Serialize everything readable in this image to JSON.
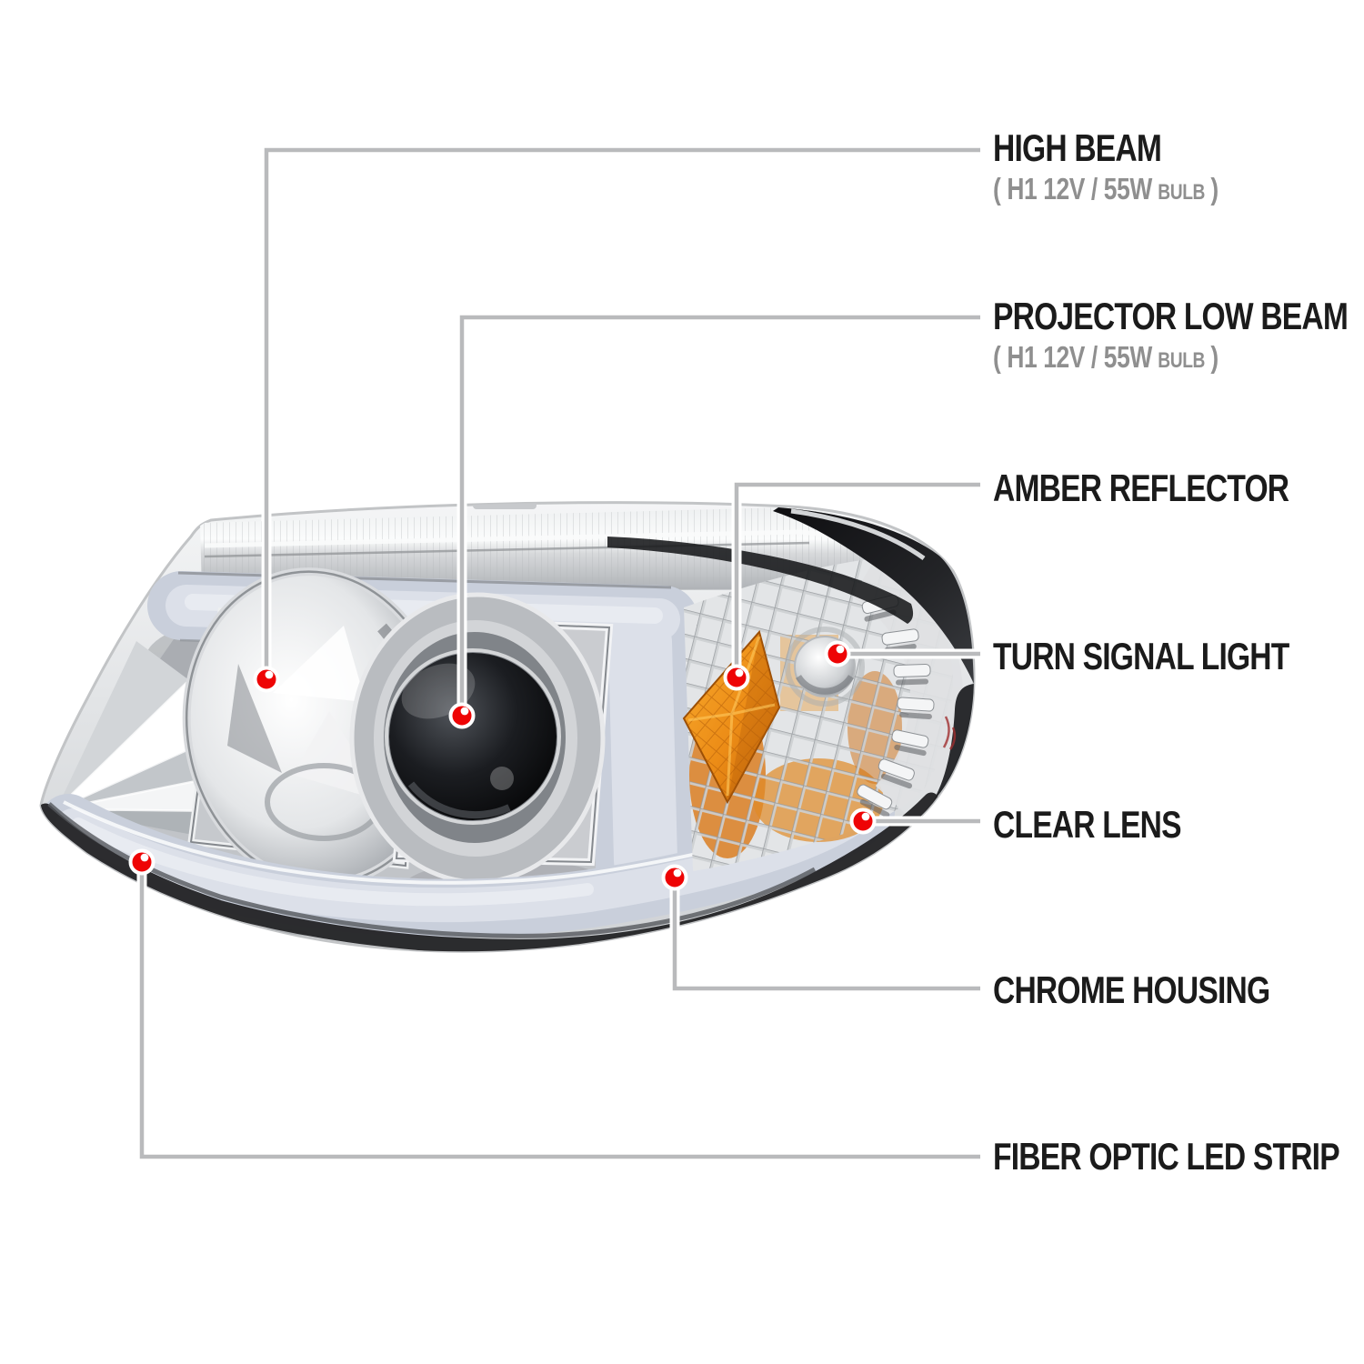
{
  "diagram": {
    "background_color": "#ffffff",
    "product": "chrome projector headlight with LED light bar",
    "colors": {
      "callout_dot": "#ee0405",
      "callout_line": "#b9babc",
      "label_title": "#1b1b1b",
      "label_spec": "#8f8f8f",
      "amber_reflector": "#e8891f",
      "led_strip": "#c9cfdb",
      "chrome": "#d8dadd",
      "black_trim": "#1c1c1e"
    },
    "callouts": [
      {
        "id": "high-beam",
        "label": "HIGH BEAM",
        "spec_main": "( H1  12V / 55W",
        "spec_small": "BULB",
        "spec_end": ")"
      },
      {
        "id": "projector-low-beam",
        "label": "PROJECTOR LOW BEAM",
        "spec_main": "( H1  12V / 55W",
        "spec_small": "BULB",
        "spec_end": ")"
      },
      {
        "id": "amber-reflector",
        "label": "AMBER REFLECTOR"
      },
      {
        "id": "turn-signal-light",
        "label": "TURN SIGNAL LIGHT"
      },
      {
        "id": "clear-lens",
        "label": "CLEAR LENS"
      },
      {
        "id": "chrome-housing",
        "label": "CHROME HOUSING"
      },
      {
        "id": "fiber-optic-led-strip",
        "label": "FIBER OPTIC LED STRIP"
      }
    ]
  }
}
